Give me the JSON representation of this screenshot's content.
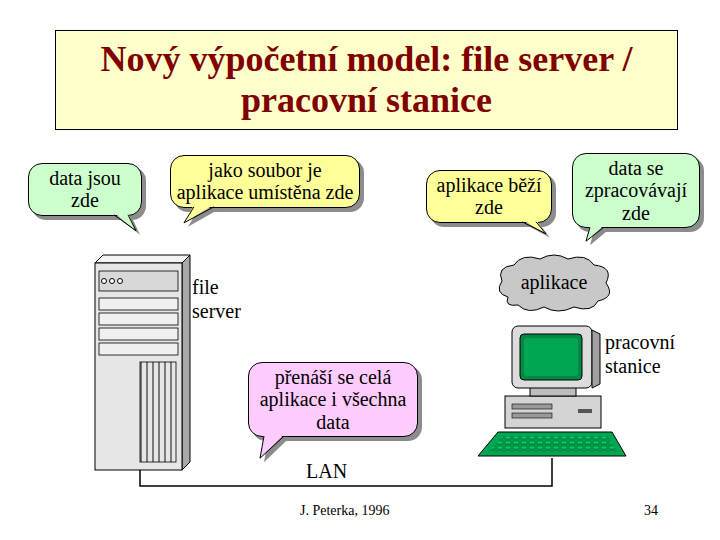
{
  "diagram": {
    "title": "Nový výpočetní model: file server / pracovní stanice",
    "nodes": [
      {
        "text": [
          "data jsou zde"
        ]
      },
      {
        "text": [
          "jako soubor je aplikace umístěna zde"
        ]
      },
      {
        "text": [
          "aplikace běží zde"
        ]
      },
      {
        "text": [
          "data se zpracovávají zde"
        ]
      },
      {
        "text": [
          "aplikace"
        ]
      },
      {
        "text": [
          "přenáší se celá aplikace i všechna data"
        ]
      }
    ],
    "labels": [
      "file server",
      "pracovní stanice",
      "LAN",
      "J. Peterka, 1996",
      "34"
    ]
  }
}
